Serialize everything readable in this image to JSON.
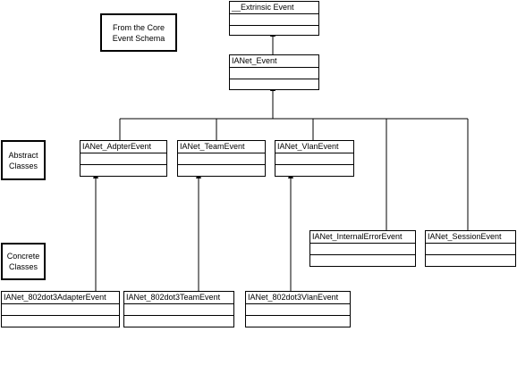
{
  "notes": {
    "core_schema": [
      "From the Core",
      "Event Schema"
    ],
    "abstract": [
      "Abstract",
      "Classes"
    ],
    "concrete": [
      "Concrete",
      "Classes"
    ]
  },
  "classes": {
    "extrinsic": "__Extrinsic Event",
    "ianet_event": "IANet_Event",
    "adapter_event": "IANet_AdpterEvent",
    "team_event": "IANet_TeamEvent",
    "vlan_event": "IANet_VlanEvent",
    "internal_error_event": "IANet_InternalErrorEvent",
    "session_event": "IANet_SessionEvent",
    "adapter_802": "IANet_802dot3AdapterEvent",
    "team_802": "IANet_802dot3TeamEvent",
    "vlan_802": "IANet_802dot3VlanEvent"
  }
}
